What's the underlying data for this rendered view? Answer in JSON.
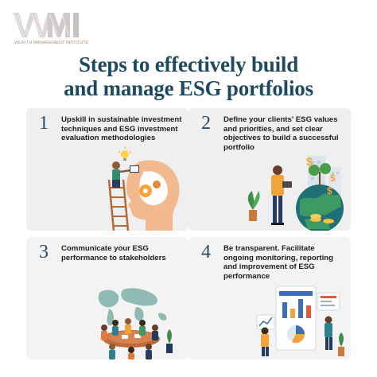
{
  "logo": {
    "letters": "WMI",
    "tagline_a": "WEALTH ",
    "tagline_b": "MANAGEMENT INSTITUTE"
  },
  "title": {
    "line1": "Steps to effectively build",
    "line2": "and manage ESG portfolios"
  },
  "steps": [
    {
      "number": "1",
      "text": "Upskill in sustainable investment techniques and ESG investment evaluation methodologies"
    },
    {
      "number": "2",
      "text": "Define your clients' ESG values and priorities, and set clear objectives to build a successful portfolio"
    },
    {
      "number": "3",
      "text": "Communicate your ESG performance to stakeholders"
    },
    {
      "number": "4",
      "text": "Be transparent. Facilitate ongoing monitoring, reporting and improvement of ESG performance"
    }
  ],
  "colors": {
    "title": "#1f4a5e",
    "card_bg": "#efefef",
    "accent_orange": "#f2a33a",
    "accent_teal": "#1f6f77",
    "logo_copper": "#b98a6a"
  },
  "icons": [
    "head-with-ladder-illustration",
    "money-tree-globe-illustration",
    "world-map-meeting-illustration",
    "dashboard-reports-illustration"
  ]
}
